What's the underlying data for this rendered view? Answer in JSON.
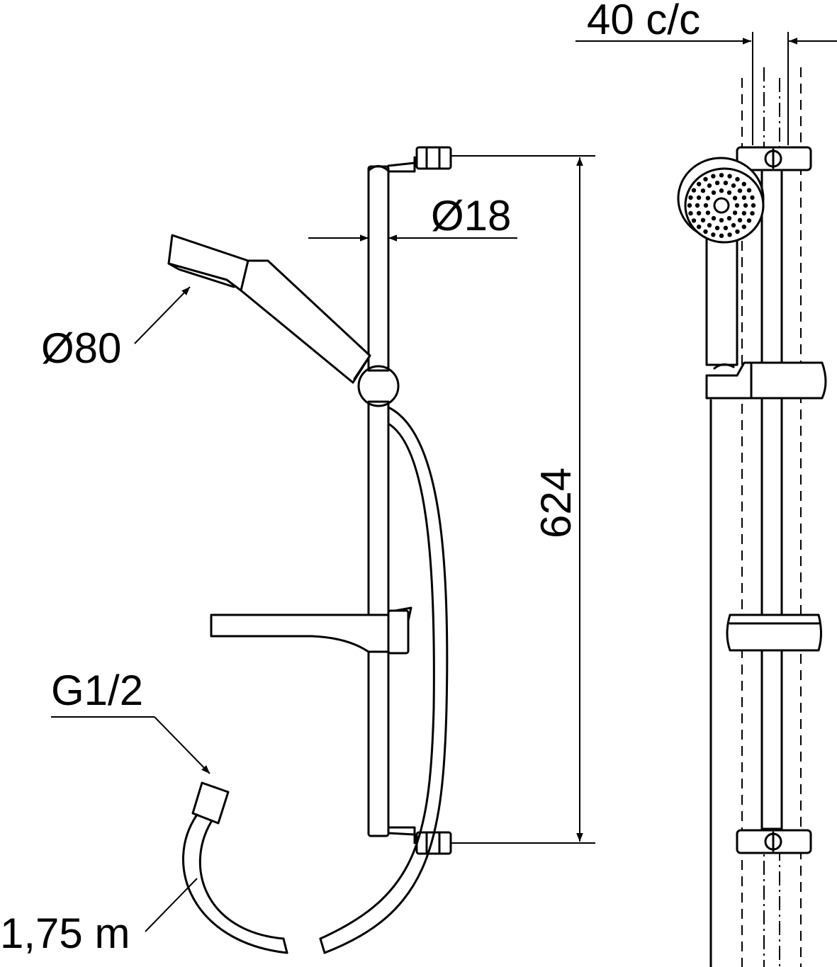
{
  "dimensions": {
    "spacing": "40 c/c",
    "rail_diameter": "Ø18",
    "head_diameter": "Ø80",
    "rail_length": "624",
    "thread": "G1/2",
    "hose_length": "1,75 m"
  }
}
